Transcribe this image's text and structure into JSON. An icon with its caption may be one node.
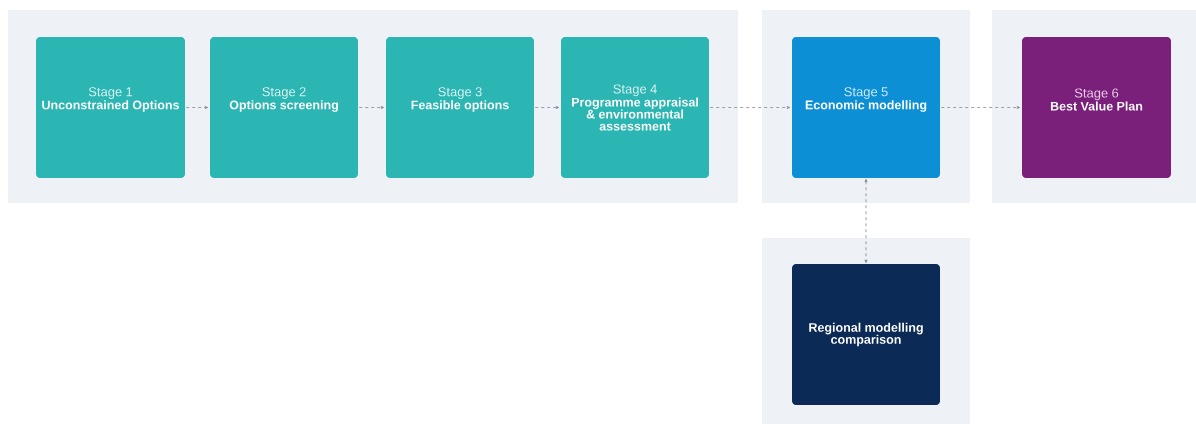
{
  "diagram": {
    "nodes": [
      {
        "text": [
          "Stage 1",
          "Unconstrained Options"
        ]
      },
      {
        "text": [
          "Stage 2",
          "Options screening"
        ]
      },
      {
        "text": [
          "Stage 3",
          "Feasible options"
        ]
      },
      {
        "text": [
          "Stage 4",
          "Programme appraisal & environmental assessment"
        ]
      },
      {
        "text": [
          "Stage 5",
          "Economic modelling"
        ]
      },
      {
        "text": [
          "Stage 6",
          "Best Value Plan"
        ]
      },
      {
        "text": [
          "Regional modelling comparison"
        ]
      }
    ],
    "edges": [
      {
        "from": 0,
        "to": 1,
        "arrow": "to",
        "style": "dashed"
      },
      {
        "from": 1,
        "to": 2,
        "arrow": "to",
        "style": "dashed"
      },
      {
        "from": 2,
        "to": 3,
        "arrow": "to",
        "style": "dashed"
      },
      {
        "from": 3,
        "to": 4,
        "arrow": "to",
        "style": "dashed"
      },
      {
        "from": 4,
        "to": 5,
        "arrow": "to",
        "style": "dashed"
      },
      {
        "from": 4,
        "to": 6,
        "arrow": "both",
        "style": "dashed"
      }
    ]
  }
}
